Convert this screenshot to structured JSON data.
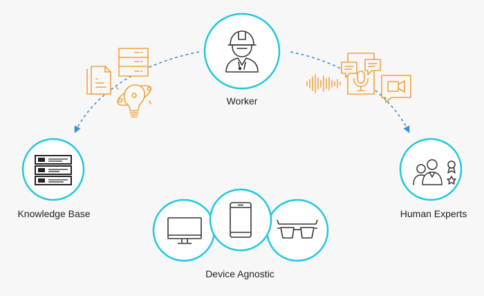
{
  "labels": {
    "worker": "Worker",
    "knowledge_base": "Knowledge Base",
    "human_experts": "Human Experts",
    "device_agnostic": "Device Agnostic"
  },
  "nodes": {
    "worker": {
      "icon": "worker-icon"
    },
    "knowledge_base": {
      "icon": "server-rack-icon"
    },
    "human_experts": {
      "icon": "experts-award-icon"
    },
    "devices": [
      "monitor-icon",
      "smartphone-icon",
      "smart-glasses-icon"
    ]
  },
  "connectors": [
    {
      "from": "worker",
      "to": "knowledge_base",
      "style": "dashed-arrow",
      "icons": [
        "document-icon",
        "server-icon",
        "rocket-bulb-icon"
      ]
    },
    {
      "from": "worker",
      "to": "human_experts",
      "style": "dashed-arrow",
      "icons": [
        "soundwave-icon",
        "chat-bubble-icon",
        "microphone-icon",
        "video-icon"
      ]
    }
  ],
  "colors": {
    "circle_stroke": "#1fc7e0",
    "connector": "#3b8fd6",
    "accent_icons": "#f2a23a",
    "line_icons": "#333333",
    "background": "#f7f7f7"
  }
}
